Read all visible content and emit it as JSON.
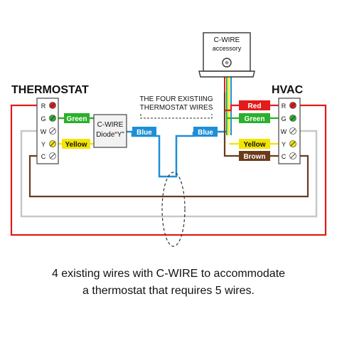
{
  "thermostat": {
    "title": "THERMOSTAT",
    "terminals": [
      "R",
      "G",
      "W",
      "Y",
      "C"
    ]
  },
  "hvac": {
    "title": "HVAC",
    "terminals": [
      "R",
      "G",
      "W",
      "Y",
      "C"
    ]
  },
  "cwire_accessory": {
    "line1": "C-WIRE",
    "line2": "accessory"
  },
  "diode_box": {
    "line1": "C-WIRE",
    "line2": "Diode“Y”"
  },
  "existing_wires_note": {
    "line1": "THE FOUR EXISTIING",
    "line2": "THERMOSTAT WIRES"
  },
  "wire_labels": {
    "thermostat_green": "Green",
    "thermostat_yellow": "Yellow",
    "blue_left": "Blue",
    "blue_right": "Blue",
    "hvac_red": "Red",
    "hvac_green": "Green",
    "hvac_yellow": "Yellow",
    "hvac_brown": "Brown"
  },
  "caption": {
    "line1": "4 existing wires with C-WIRE to accommodate",
    "line2": "a thermostat that requires 5 wires."
  },
  "colors": {
    "red": "#e21b1b",
    "green": "#2bb02b",
    "yellow": "#f2e600",
    "blue": "#1e8fd6",
    "brown": "#6b3a1c",
    "grey": "#c8c8c8",
    "white_wire": "#cfcfcf"
  }
}
